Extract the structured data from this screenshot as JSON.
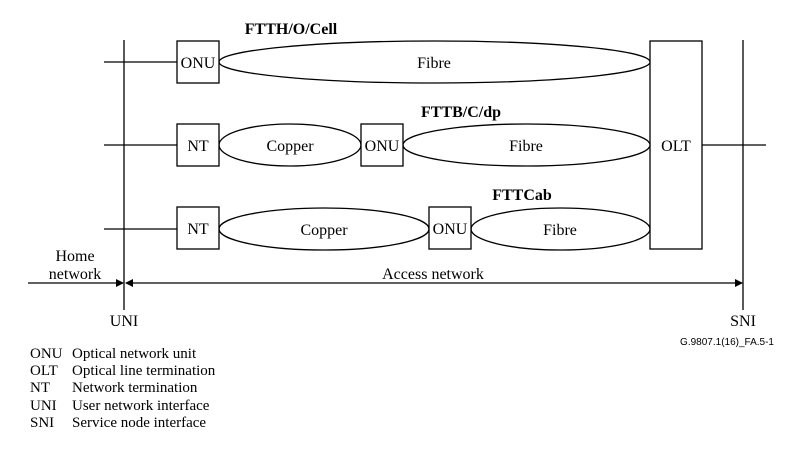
{
  "rows": [
    {
      "title": "FTTH/O/Cell",
      "elements": [
        "ONU",
        "Fibre"
      ]
    },
    {
      "title": "FTTB/C/dp",
      "elements": [
        "NT",
        "Copper",
        "ONU",
        "Fibre"
      ]
    },
    {
      "title": "FTTCab",
      "elements": [
        "NT",
        "Copper",
        "ONU",
        "Fibre"
      ]
    }
  ],
  "olt_label": "OLT",
  "home_network": [
    "Home",
    "network"
  ],
  "access_network": "Access network",
  "uni_label": "UNI",
  "sni_label": "SNI",
  "figure_id": "G.9807.1(16)_FA.5-1",
  "legend": [
    {
      "abbr": "ONU",
      "text": "Optical network unit"
    },
    {
      "abbr": "OLT",
      "text": "Optical line termination"
    },
    {
      "abbr": "NT",
      "text": "Network termination"
    },
    {
      "abbr": "UNI",
      "text": "User network interface"
    },
    {
      "abbr": "SNI",
      "text": "Service node interface"
    }
  ]
}
